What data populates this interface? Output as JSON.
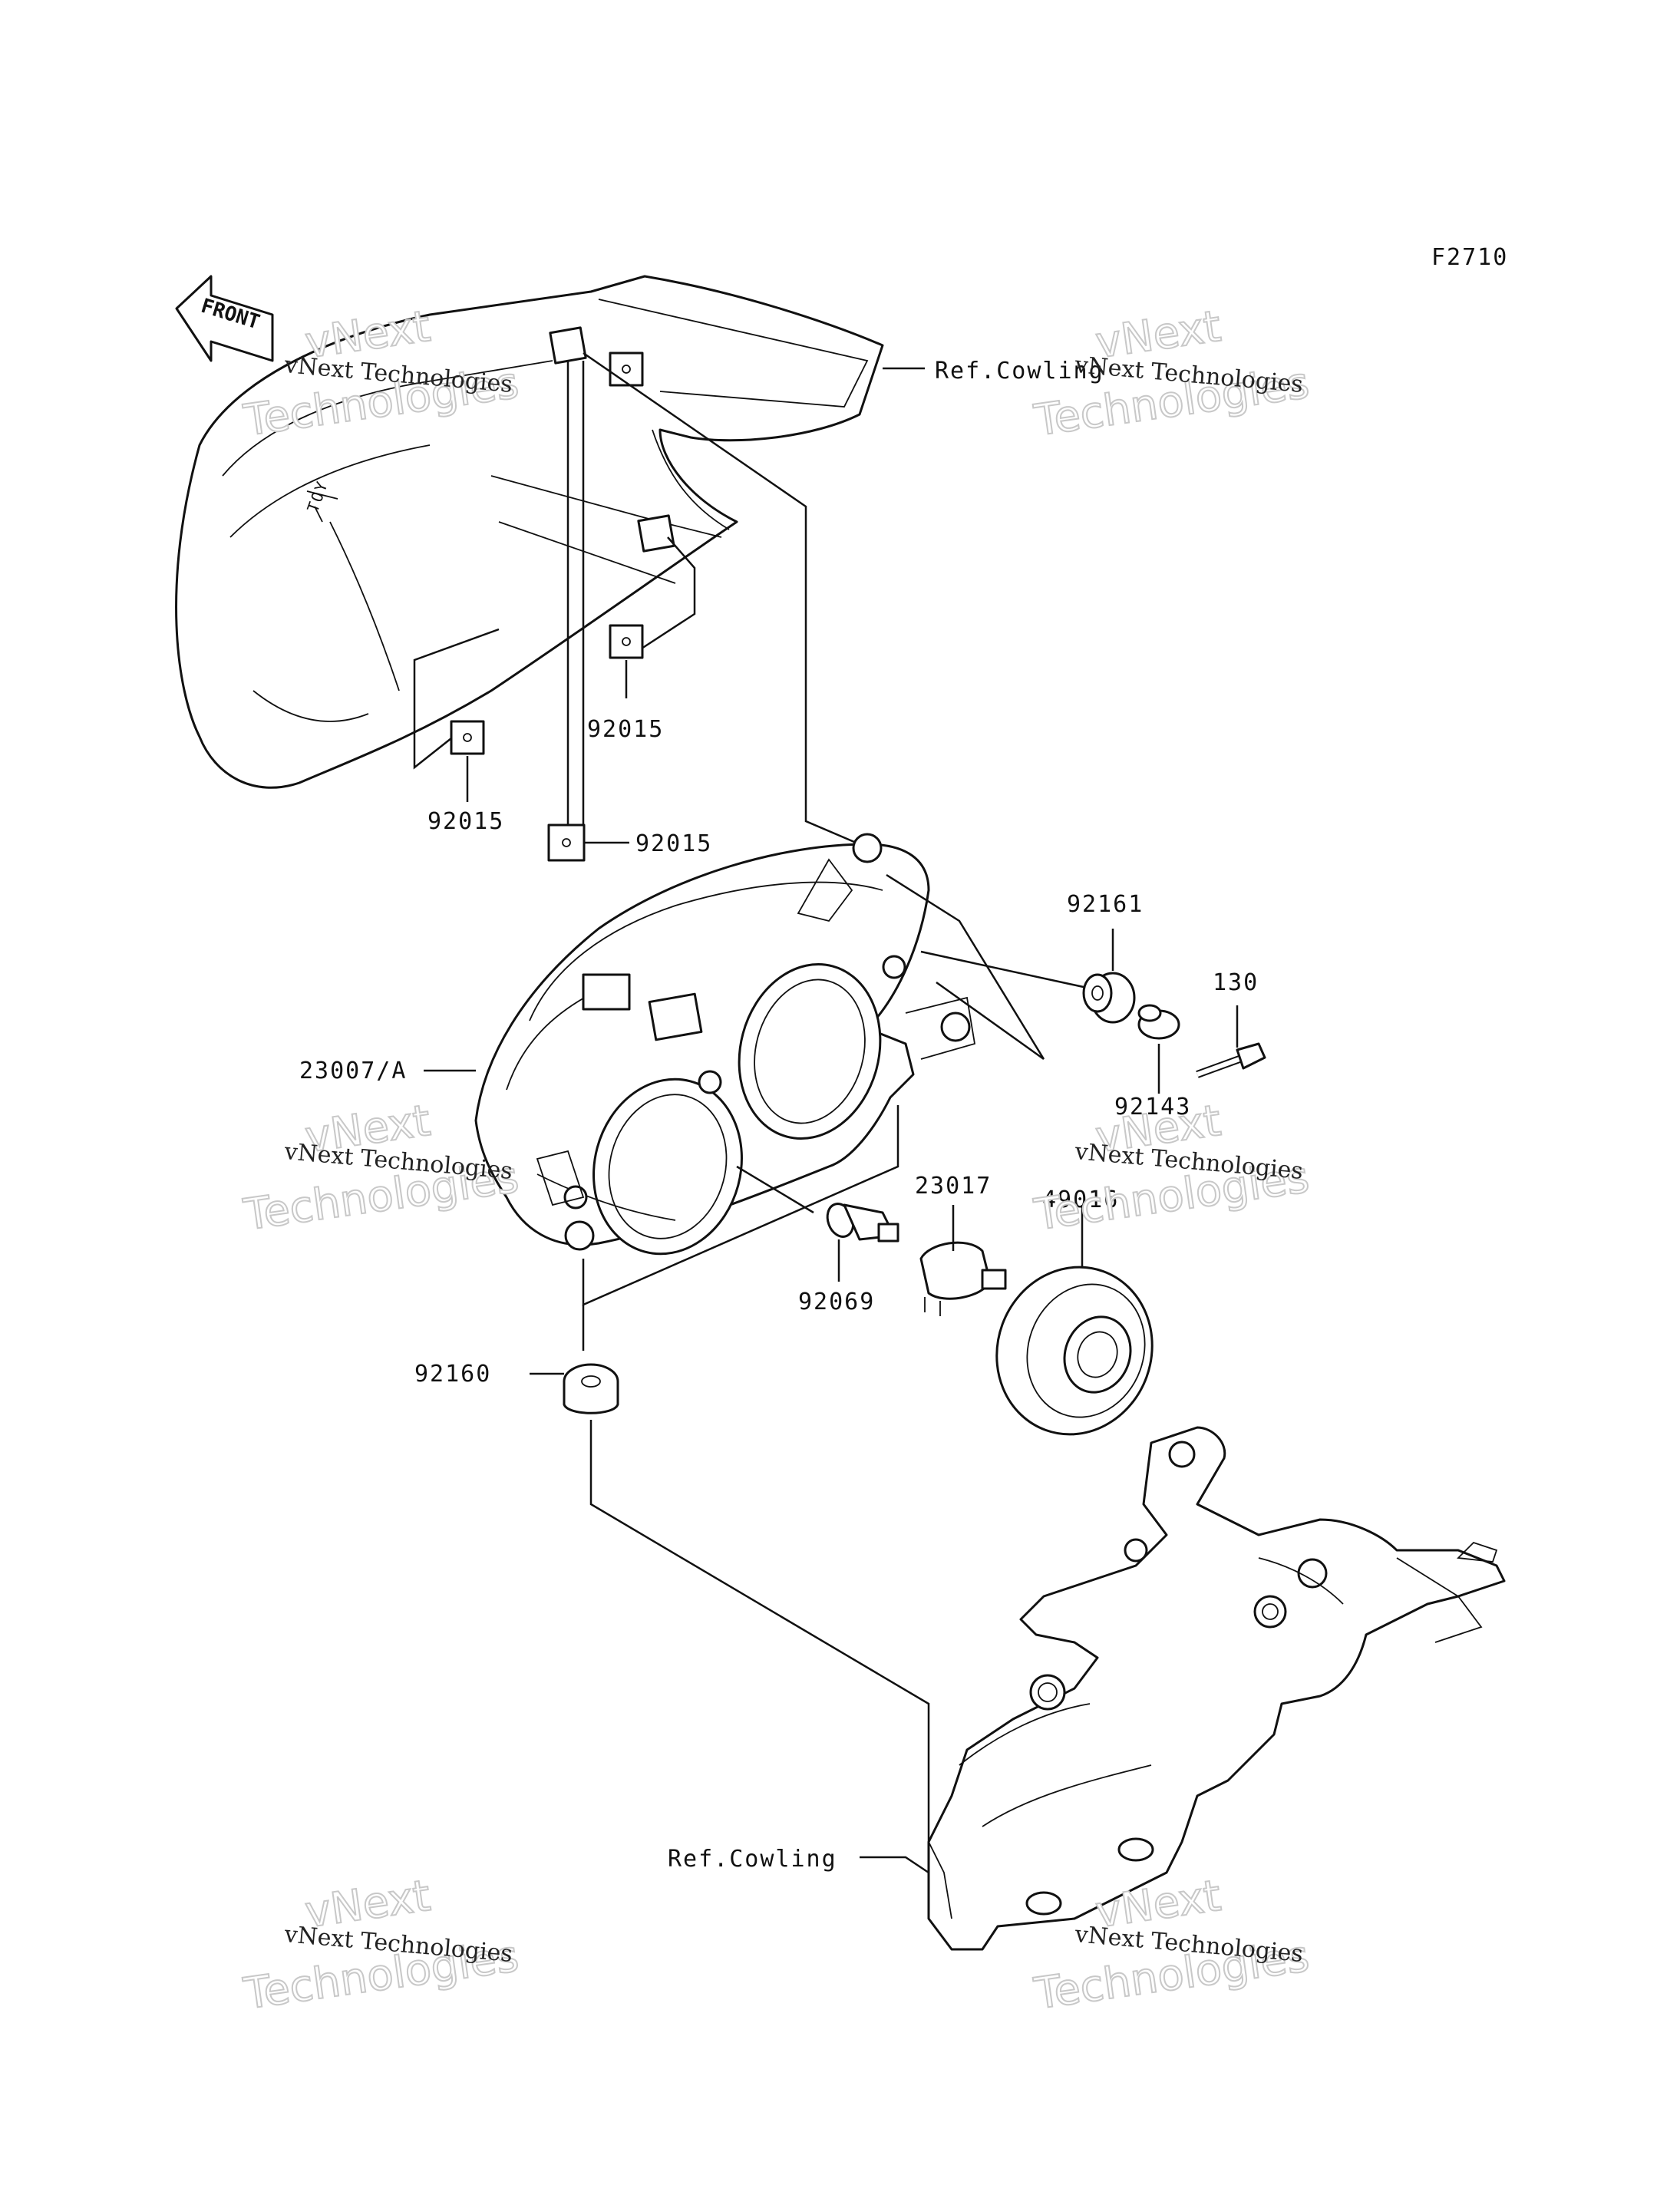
{
  "figure_code": "F2710",
  "front_label": "FRONT",
  "labels": {
    "ref_cowling_top": "Ref.Cowling",
    "ref_cowling_bottom": "Ref.Cowling",
    "p92015_a": "92015",
    "p92015_b": "92015",
    "p92015_c": "92015",
    "p92161": "92161",
    "p130": "130",
    "p92143": "92143",
    "p23007": "23007/A",
    "p23017": "23017",
    "p49016": "49016",
    "p92069": "92069",
    "p92160": "92160"
  },
  "watermark": {
    "brand": "vNext",
    "line2": "Technologies",
    "full": "vNext Technologies"
  }
}
